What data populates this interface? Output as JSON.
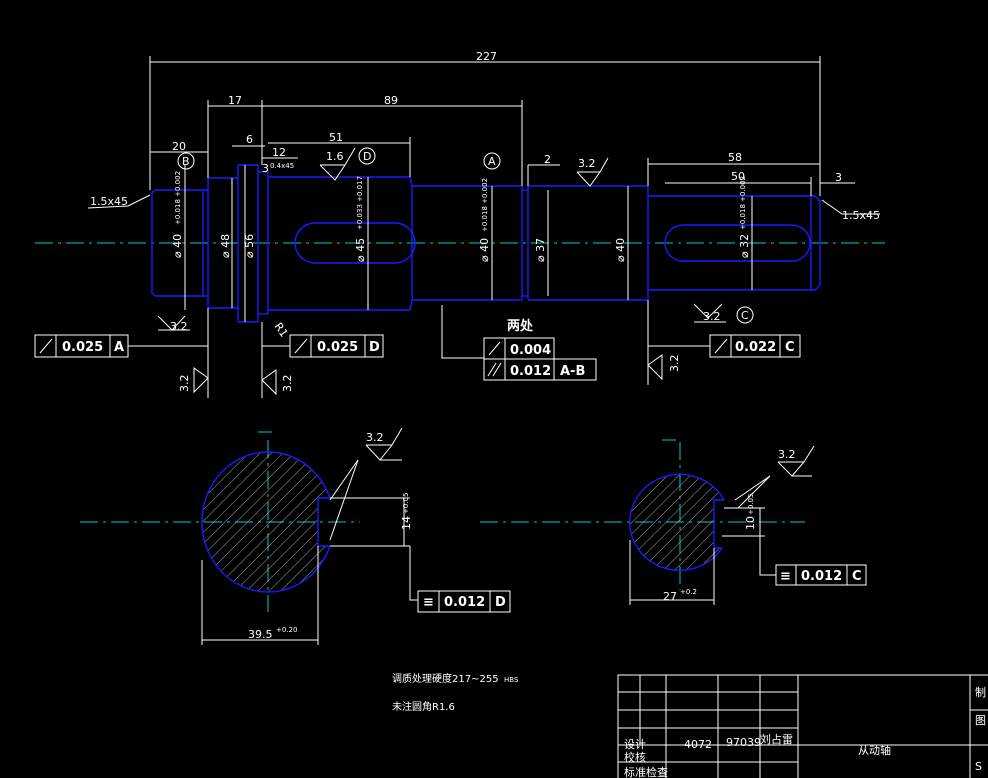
{
  "dimensions": {
    "overall_length": "227",
    "d17": "17",
    "d89": "89",
    "d20": "20",
    "d6": "6",
    "d51": "51",
    "d12": "12",
    "d58": "58",
    "d50": "50",
    "d3": "3",
    "d2": "2",
    "d3b": "3",
    "chamfer_left": "1.5x45",
    "chamfer_right": "1.5x45",
    "chamfer_small": "0.4x45",
    "fillet": "R1",
    "dia_40_left": "⌀ 40",
    "dia_48": "⌀ 48",
    "dia_56": "⌀ 56",
    "dia_45": "⌀ 45",
    "dia_40_mid": "⌀ 40",
    "dia_37": "⌀ 37",
    "dia_40_right": "⌀ 40",
    "dia_32": "⌀ 32",
    "tol_40_left": "+0.018 +0.002",
    "tol_45": "+0.033 +0.017",
    "tol_40_mid": "+0.018 +0.002",
    "tol_32": "+0.018 +0.002"
  },
  "surface_finish": {
    "r1": "1.6",
    "r2": "3.2",
    "r3": "3.2",
    "r4": "3.2",
    "r5": "3.2",
    "r6": "3.2",
    "r7": "3.2",
    "r8": "3.2",
    "r9": "3.2"
  },
  "datums": {
    "a1": "B",
    "a2": "D",
    "a3": "A",
    "a4": "C"
  },
  "tolerance_frames": {
    "f1": {
      "value": "0.025",
      "datum": "A"
    },
    "f2": {
      "value": "0.025",
      "datum": "D"
    },
    "f3": {
      "value": "0.004"
    },
    "f4": {
      "value": "0.012",
      "datum": "A-B"
    },
    "f5": {
      "value": "0.022",
      "datum": "C"
    },
    "f6": {
      "value": "0.012",
      "datum": "D"
    },
    "f7": {
      "value": "0.012",
      "datum": "C"
    }
  },
  "note_two_places": "两处",
  "sections": {
    "left_width": "39.5",
    "left_width_tol": "+0.20",
    "left_keyway": "14",
    "left_keyway_tol": "+0.05",
    "right_width": "27",
    "right_width_tol": "+0.2",
    "right_keyway": "10",
    "right_keyway_tol": "+0.05"
  },
  "notes": {
    "line1": "调质处理硬度217~255",
    "line1_unit": "HBS",
    "line2": "未注圆角R1.6"
  },
  "title_block": {
    "design_label": "设计",
    "check_label": "校核",
    "std_label": "标准检查",
    "num1": "4072",
    "num2": "97039",
    "designer": "刘占雷",
    "part_name": "从动轴",
    "edge1": "制",
    "edge2": "图",
    "edge3": "S"
  },
  "colors": {
    "background": "#000000",
    "outline": "#1a1aff",
    "centerline": "#00c8d0",
    "text": "#ffffff"
  }
}
